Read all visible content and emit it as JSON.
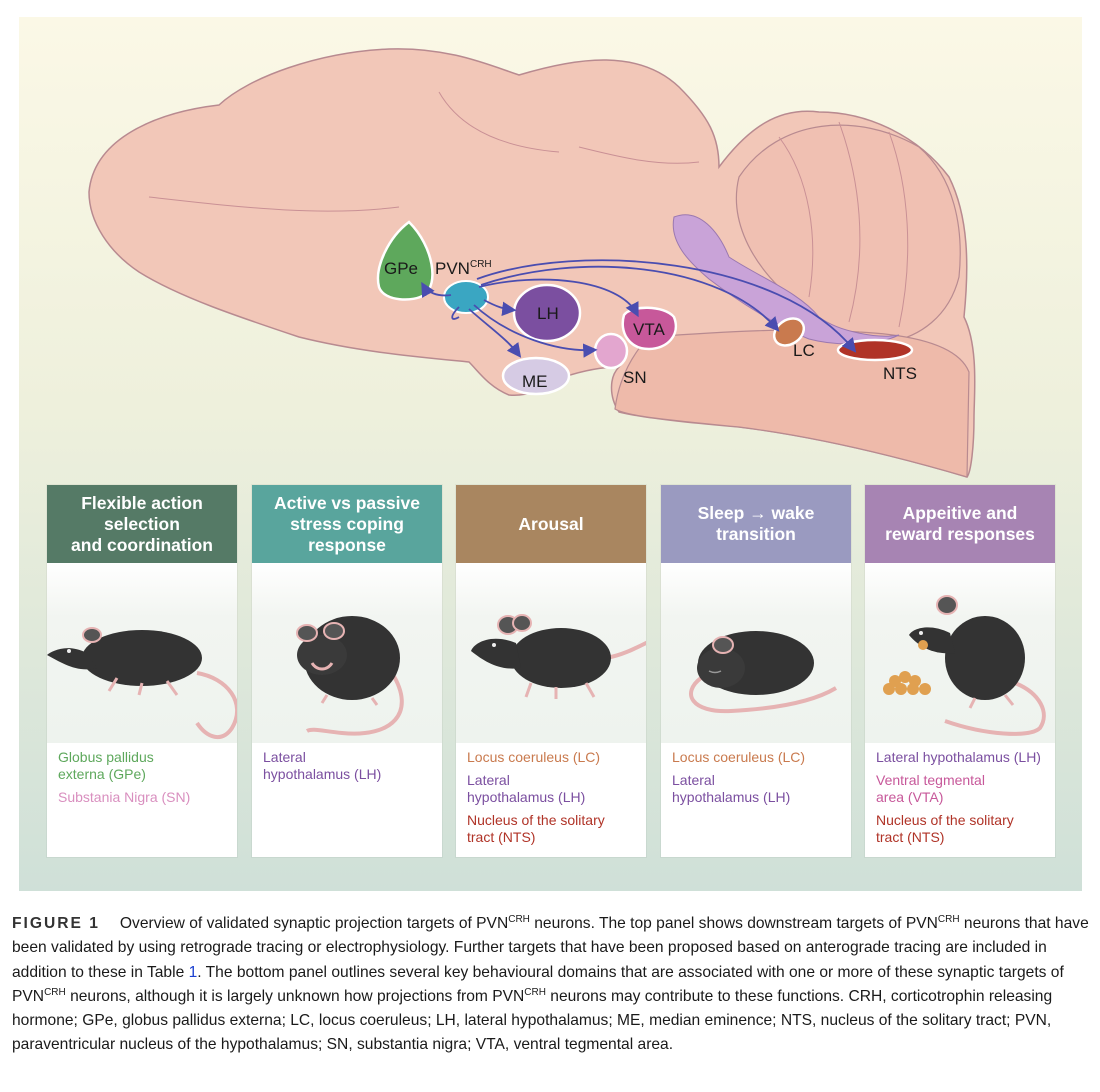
{
  "colors": {
    "gpe": "#5ea85c",
    "pvn": "#3aa6c2",
    "lh": "#7b4fa0",
    "vta": "#c7589a",
    "sn": "#e3a6cf",
    "me": "#d6cbe4",
    "lc": "#c97a4e",
    "nts": "#b03327",
    "arrow": "#4a4db0",
    "brain": "#f2c7b8"
  },
  "brain_labels": {
    "gpe": "GPe",
    "pvn": "PVN",
    "pvn_sup": "CRH",
    "lh": "LH",
    "vta": "VTA",
    "me": "ME",
    "sn": "SN",
    "lc": "LC",
    "nts": "NTS"
  },
  "cards": [
    {
      "title": "Flexible action\nselection\nand coordination",
      "header_color": "#557a66",
      "mouse": "walking-mouse",
      "targets": [
        {
          "text": "Globus pallidus\nexterna (GPe)",
          "color": "#5ea85c"
        },
        {
          "text": "Substania Nigra (SN)",
          "color": "#d98fbf"
        }
      ]
    },
    {
      "title": "Active vs passive\nstress coping\nresponse",
      "header_color": "#59a59d",
      "mouse": "grooming-mouse",
      "targets": [
        {
          "text": "Lateral\nhypothalamus (LH)",
          "color": "#7b4fa0"
        }
      ]
    },
    {
      "title": "Arousal",
      "header_color": "#a98660",
      "mouse": "alert-mouse",
      "targets": [
        {
          "text": "Locus coeruleus (LC)",
          "color": "#c97a4e"
        },
        {
          "text": "Lateral\nhypothalamus (LH)",
          "color": "#7b4fa0"
        },
        {
          "text": "Nucleus of the solitary\ntract (NTS)",
          "color": "#b03327"
        }
      ]
    },
    {
      "title": "Sleep → wake\ntransition",
      "header_color": "#9a9ac0",
      "mouse": "sleeping-mouse",
      "targets": [
        {
          "text": "Locus coeruleus (LC)",
          "color": "#c97a4e"
        },
        {
          "text": "Lateral\nhypothalamus (LH)",
          "color": "#7b4fa0"
        }
      ]
    },
    {
      "title": "Appeitive and\nreward responses",
      "header_color": "#a784b3",
      "mouse": "eating-mouse",
      "targets": [
        {
          "text": "Lateral hypothalamus (LH)",
          "color": "#7b4fa0"
        },
        {
          "text": "Ventral tegmental\narea (VTA)",
          "color": "#c7589a"
        },
        {
          "text": "Nucleus of the solitary\ntract (NTS)",
          "color": "#b03327"
        }
      ]
    }
  ],
  "caption": {
    "label": "FIGURE 1",
    "parts": [
      "Overview of validated synaptic projection targets of PVN",
      "CRH",
      " neurons. The top panel shows downstream targets of PVN",
      "CRH",
      " neurons that have been validated by using retrograde tracing or electrophysiology. Further targets that have been proposed based on anterograde tracing are included in addition to these in Table ",
      "1",
      ". The bottom panel outlines several key behavioural domains that are associated with one or more of these synaptic targets of PVN",
      "CRH",
      " neurons, although it is largely unknown how projections from PVN",
      "CRH",
      " neurons may contribute to these functions. CRH, corticotrophin releasing hormone; GPe, globus pallidus externa; LC, locus coeruleus; LH, lateral hypothalamus; ME, median eminence; NTS, nucleus of the solitary tract; PVN, paraventricular nucleus of the hypothalamus; SN, substantia nigra; VTA, ventral tegmental area."
    ]
  }
}
